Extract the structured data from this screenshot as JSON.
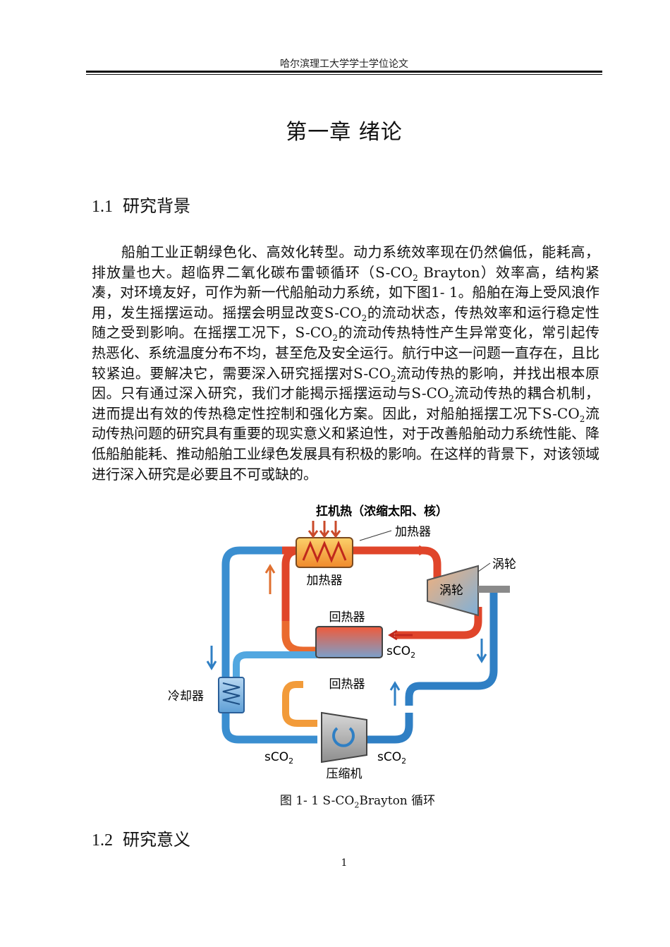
{
  "header": {
    "title": "哈尔滨理工大学学士学位论文"
  },
  "chapter": {
    "title": "第一章  绪论"
  },
  "section1": {
    "number": "1.1",
    "title": "研究背景"
  },
  "paragraph": {
    "p1": "船舶工业正朝绿色化、高效化转型。动力系统效率现在仍然偏低，能耗高，排放量也大。超临界二氧化碳布雷顿循环（S-CO",
    "p2": " Brayton）效率高，结构紧凑，对环境友好，可作为新一代船舶动力系统，如下图1- 1。船舶在海上受风浪作用，发生摇摆运动。摇摆会明显改变S-CO",
    "p3": "的流动状态，传热效率和运行稳定性随之受到影响。在摇摆工况下，S-CO",
    "p4": "的流动传热特性产生异常变化，常引起传热恶化、系统温度分布不均，甚至危及安全运行。航行中这一问题一直存在，且比较紧迫。要解决它，需要深入研究摇摆对S-CO",
    "p5": "流动传热的影响，并找出根本原因。只有通过深入研究，我们才能揭示摇摆运动与S-CO",
    "p6": "流动传热的耦合机制，进而提出有效的传热稳定性控制和强化方案。因此，对船舶摇摆工况下S-CO",
    "p7": "流动传热问题的研究具有重要的现实意义和紧迫性，对于改善船舶动力系统性能、降低船舶能耗、推动船舶工业绿色发展具有积极的影响。在这样的背景下，对该领域进行深入研究是必要且不可或缺的。",
    "sub": "2"
  },
  "figure": {
    "heat_source": "扛机热（浓缩太阳、核）",
    "heater_callout": "加热器",
    "heater": "加热器",
    "turbine_callout": "涡轮",
    "turbine": "涡轮",
    "recuperator_top": "回热器",
    "recuperator_bottom": "回热器",
    "cooler": "冷却器",
    "compressor": "压缩机",
    "sco2_right": "sCO",
    "sco2_left": "sCO",
    "sco2_bottom_right": "sCO",
    "sub": "2"
  },
  "caption": {
    "prefix": "图 1-  1 S-CO",
    "sub": "2",
    "suffix": "Brayton 循环"
  },
  "section2": {
    "number": "1.2",
    "title": "研究意义"
  },
  "page_number": "1",
  "colors": {
    "hot": "#e0452a",
    "warm": "#f29b3a",
    "cold": "#2f7fc4",
    "light_blue": "#52a7e0"
  }
}
